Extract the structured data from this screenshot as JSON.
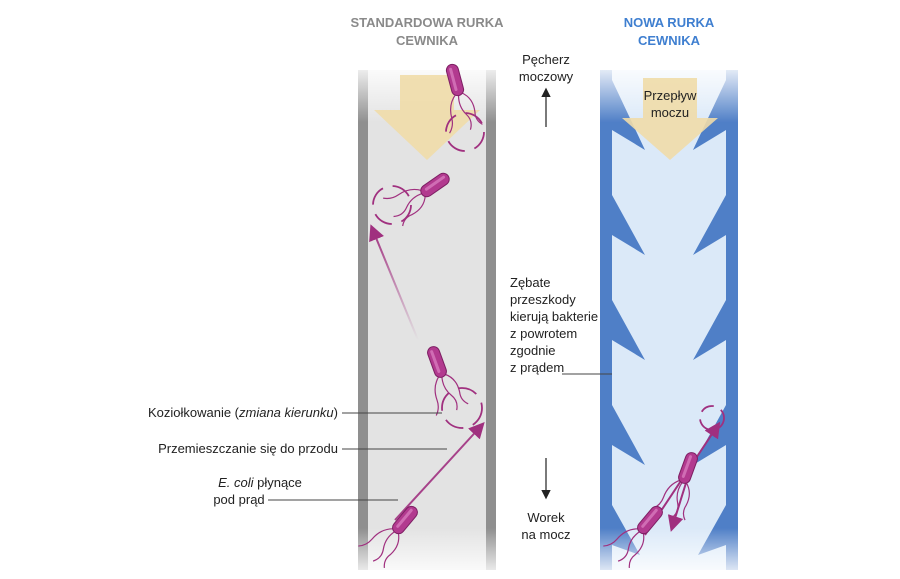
{
  "diagram": {
    "standard_tube": {
      "title_line1": "STANDARDOWA RURKA",
      "title_line2": "CEWNIKA",
      "title_color": "#8a8a8a",
      "wall_color": "#8f8f8f",
      "fill_color": "#e3e3e3"
    },
    "new_tube": {
      "title_line1": "NOWA RURKA",
      "title_line2": "CEWNIKA",
      "title_color": "#3f7fd0",
      "wall_color": "#4f7fc7",
      "fill_color": "#dbe9f8",
      "flow_label_line1": "Przepływ",
      "flow_label_line2": "moczu"
    },
    "center": {
      "top_label_line1": "Pęcherz",
      "top_label_line2": "moczowy",
      "bottom_label_line1": "Worek",
      "bottom_label_line2": "na mocz",
      "obstacles_lines": [
        "Zębate",
        "przeszkody",
        "kierują bakterie",
        "z powrotem",
        "zgodnie",
        "z prądem"
      ]
    },
    "left_labels": {
      "tumbling_prefix": "Koziołkowanie (",
      "tumbling_italic": "zmiana kierunku",
      "tumbling_suffix": ")",
      "forward": "Przemieszczanie się do przodu",
      "ecoli_italic": "E. coli",
      "ecoli_rest": " płynące",
      "ecoli_line2": "pod prąd"
    },
    "colors": {
      "bacteria": "#a0307f",
      "flow_arrow": "#f0dca8",
      "leader_line": "#444444"
    }
  }
}
